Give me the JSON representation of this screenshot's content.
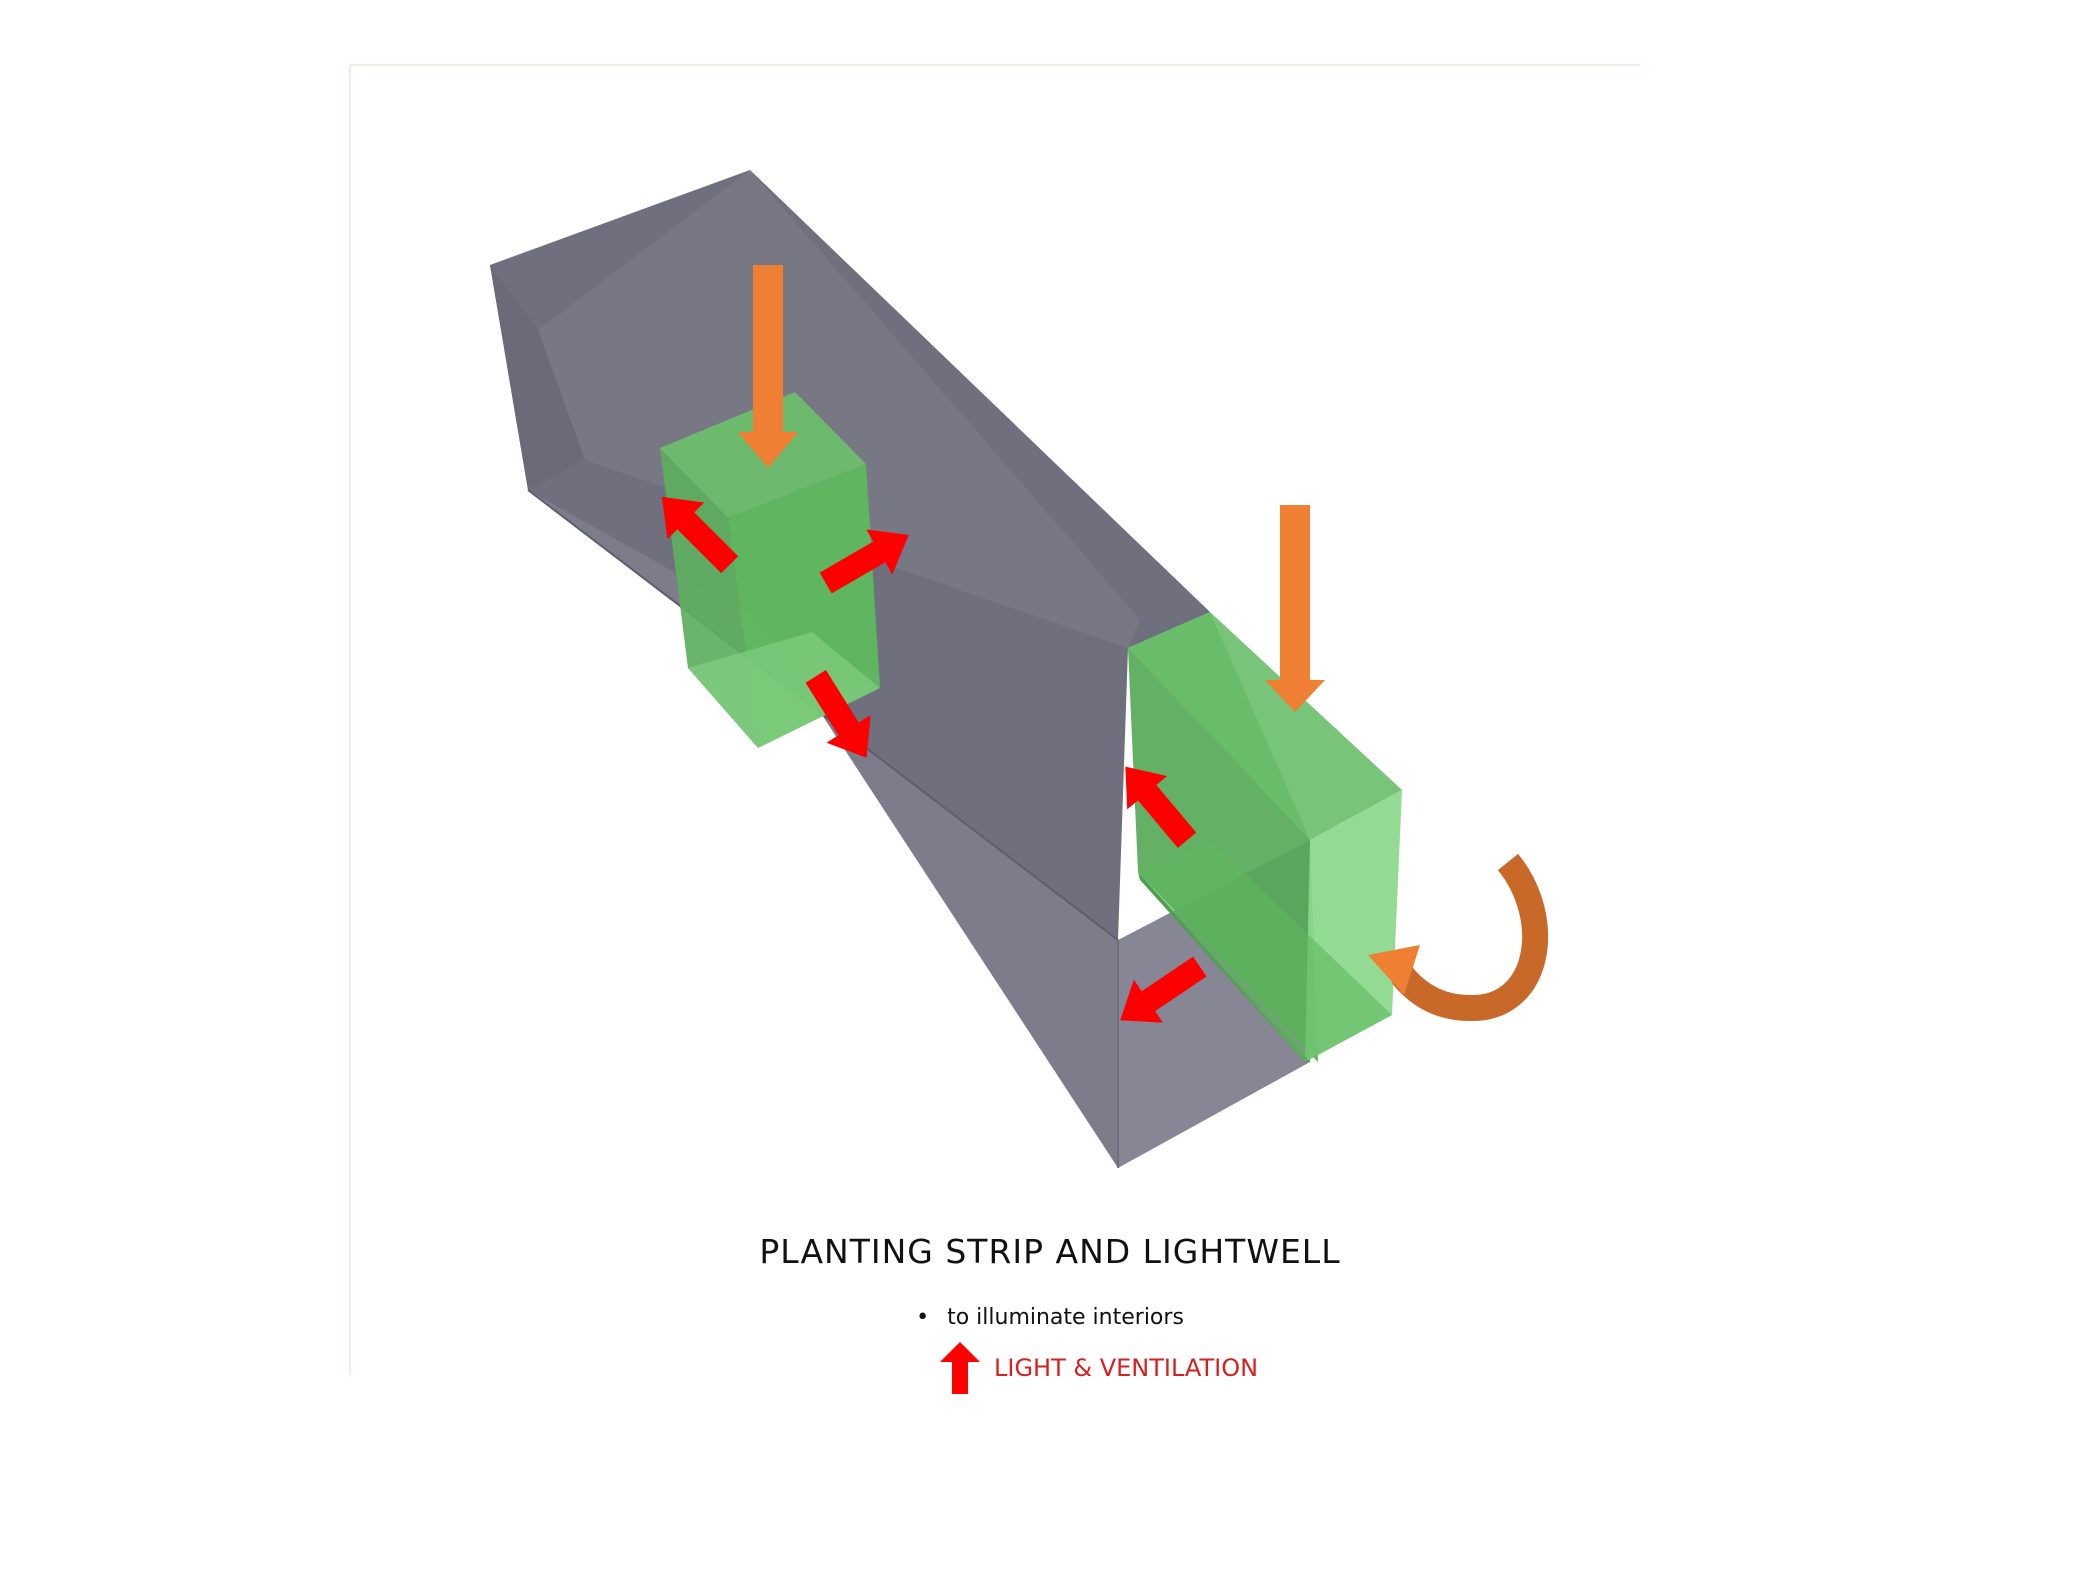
{
  "diagram": {
    "title": "PLANTING STRIP AND LIGHTWELL",
    "note": "to illuminate interiors",
    "legend": {
      "label": "LIGHT & VENTILATION",
      "icon": "red-up-arrow-icon"
    },
    "colors": {
      "building_mass": "#7a7a88",
      "building_dark": "#6b6b79",
      "building_light": "#878795",
      "greenery": "#5fbf5f",
      "greenery_light": "#8ad88a",
      "sunlight_arrow": "#ee7f33",
      "wind_arrow": "#c8692a",
      "ventilation_arrow": "#ff0000",
      "legend_text": "#d62020"
    }
  }
}
